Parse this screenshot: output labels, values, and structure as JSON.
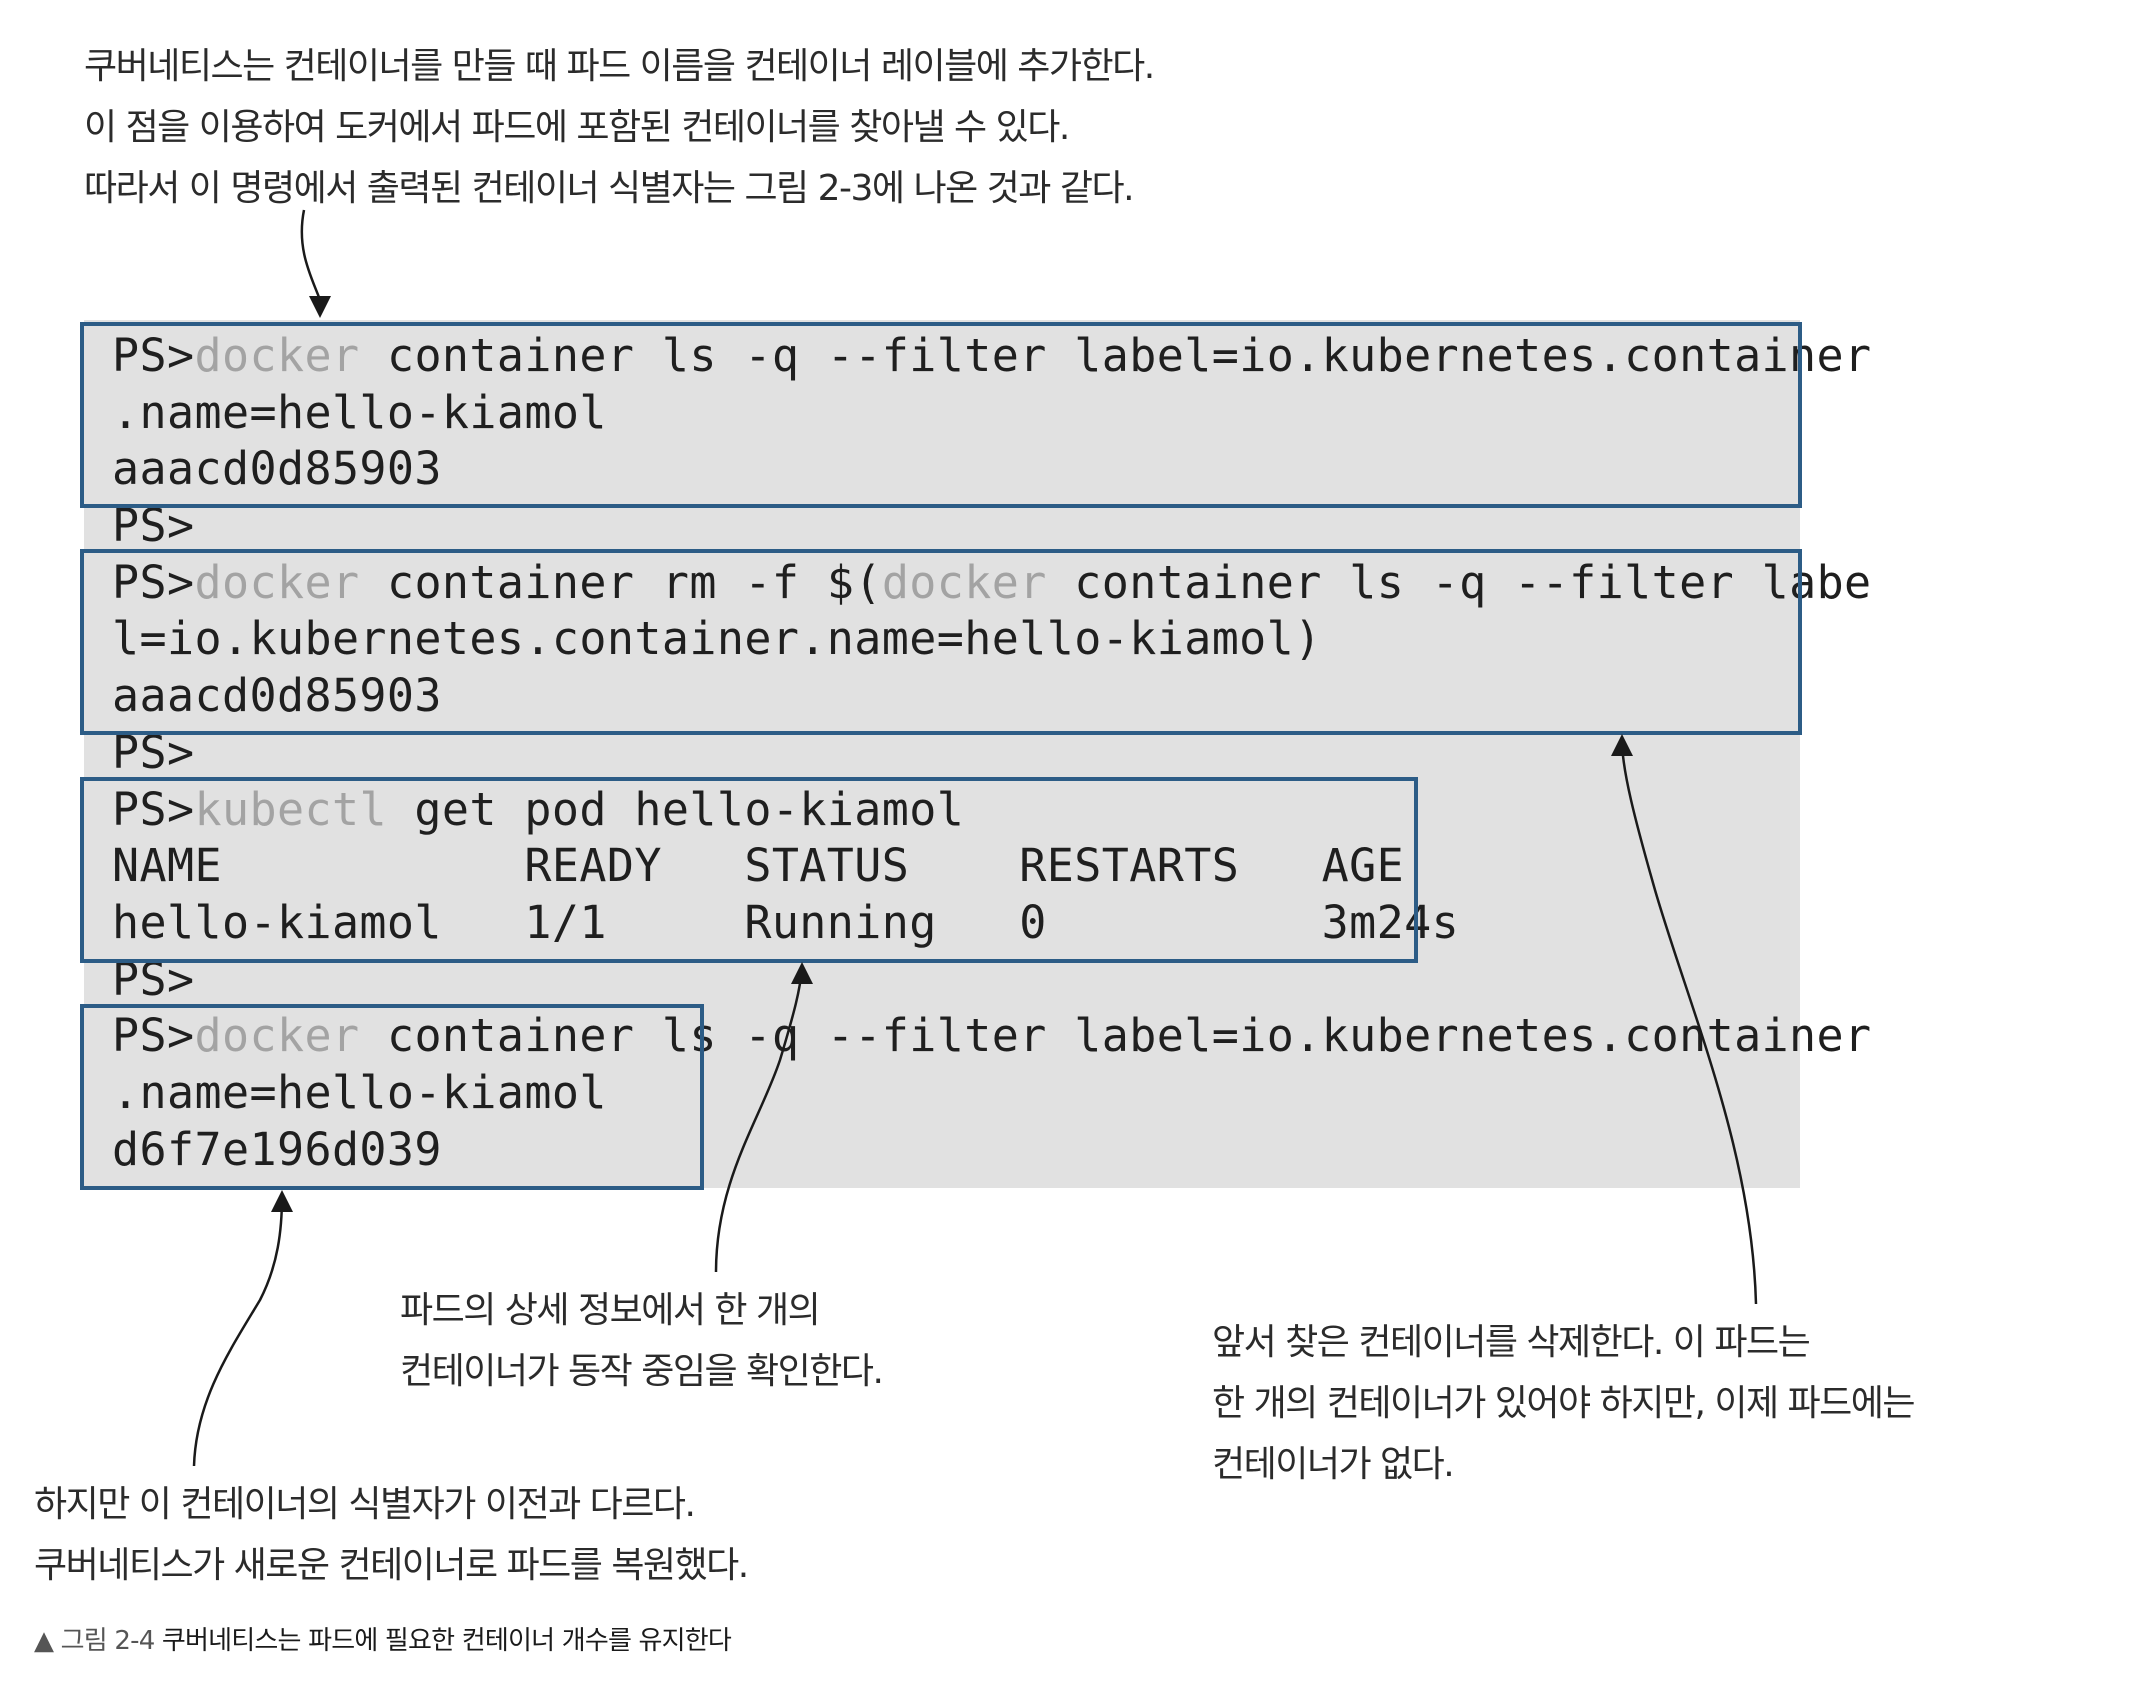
{
  "notes": {
    "top": [
      "쿠버네티스는 컨테이너를 만들 때 파드 이름을 컨테이너 레이블에 추가한다.",
      "이 점을 이용하여 도커에서 파드에 포함된 컨테이너를 찾아낼 수 있다.",
      "따라서 이 명령에서 출력된 컨테이너 식별자는 그림 2-3에 나온 것과 같다."
    ],
    "pod_running": [
      "파드의 상세 정보에서 한 개의",
      "컨테이너가 동작 중임을 확인한다."
    ],
    "deleted": [
      "앞서 찾은 컨테이너를 삭제한다. 이 파드는",
      "한 개의 컨테이너가 있어야 하지만, 이제 파드에는",
      "컨테이너가 없다."
    ],
    "restored": [
      "하지만 이 컨테이너의 식별자가 이전과 다르다.",
      "쿠버네티스가 새로운 컨테이너로 파드를 복원했다."
    ]
  },
  "terminal": {
    "prompt": "PS>",
    "lines": [
      {
        "prompt": "PS>",
        "cmd": "docker",
        "rest": " container ls -q --filter label=io.kubernetes.container"
      },
      {
        "text": ".name=hello-kiamol"
      },
      {
        "text": "aaacd0d85903"
      },
      {
        "text": "PS>"
      },
      {
        "prompt": "PS>",
        "cmd": "docker",
        "mid": " container rm -f $(",
        "cmd2": "docker",
        "rest": " container ls -q --filter labe"
      },
      {
        "text": "l=io.kubernetes.container.name=hello-kiamol)"
      },
      {
        "text": "aaacd0d85903"
      },
      {
        "text": "PS>"
      },
      {
        "prompt": "PS>",
        "cmd": "kubectl",
        "rest": " get pod hello-kiamol"
      },
      {
        "text": "NAME           READY   STATUS    RESTARTS   AGE"
      },
      {
        "text": "hello-kiamol   1/1     Running   0          3m24s"
      },
      {
        "text": "PS>"
      },
      {
        "prompt": "PS>",
        "cmd": "docker",
        "rest": " container ls -q --filter label=io.kubernetes.container"
      },
      {
        "text": ".name=hello-kiamol"
      },
      {
        "text": "d6f7e196d039"
      }
    ]
  },
  "caption": {
    "marker": "▲",
    "figure": "그림 2-4",
    "text": "쿠버네티스는 파드에 필요한 컨테이너 개수를 유지한다"
  },
  "colors": {
    "highlight_border": "#2c5c86",
    "terminal_bg": "#e1e1e1",
    "command_gray": "#a3a3a3"
  }
}
